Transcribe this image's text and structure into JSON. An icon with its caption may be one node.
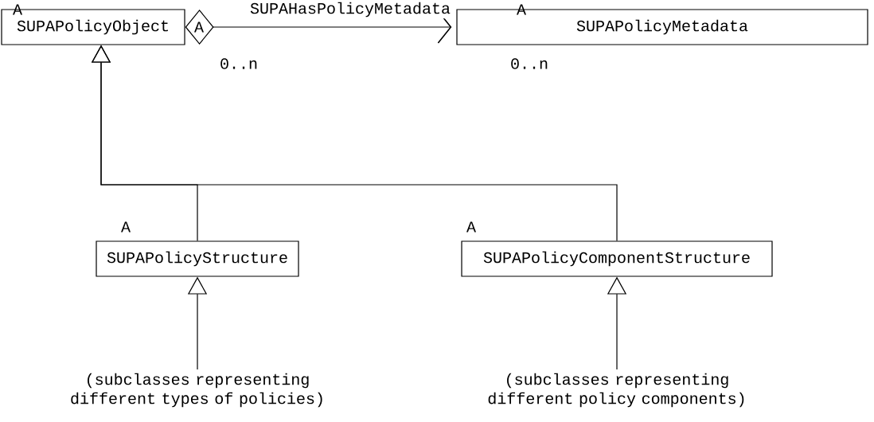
{
  "diagram": {
    "nodes": [
      {
        "text": [
          "SUPAPolicyObject"
        ],
        "beside": [
          "A"
        ]
      },
      {
        "text": [
          "SUPAPolicyMetadata"
        ],
        "beside": [
          "A"
        ]
      },
      {
        "text": [
          "SUPAPolicyStructure"
        ],
        "beside": [
          "A"
        ]
      },
      {
        "text": [
          "SUPAPolicyComponentStructure"
        ],
        "beside": [
          "A"
        ]
      },
      {
        "text": [
          "(subclasses representing different types of policies)"
        ]
      },
      {
        "text": [
          "(subclasses representing different policy components)"
        ]
      }
    ],
    "edges": [
      {
        "from": 0,
        "to": 1,
        "arrow": "to",
        "label": "SUPAHasPolicyMetadata"
      },
      {
        "from": 2,
        "to": 0,
        "arrow": "to"
      },
      {
        "from": 3,
        "to": 0,
        "arrow": "to"
      },
      {
        "from": 4,
        "to": 2,
        "arrow": "to"
      },
      {
        "from": 5,
        "to": 3,
        "arrow": "to"
      }
    ],
    "labels": [
      "A",
      "0..n",
      "0..n"
    ]
  }
}
